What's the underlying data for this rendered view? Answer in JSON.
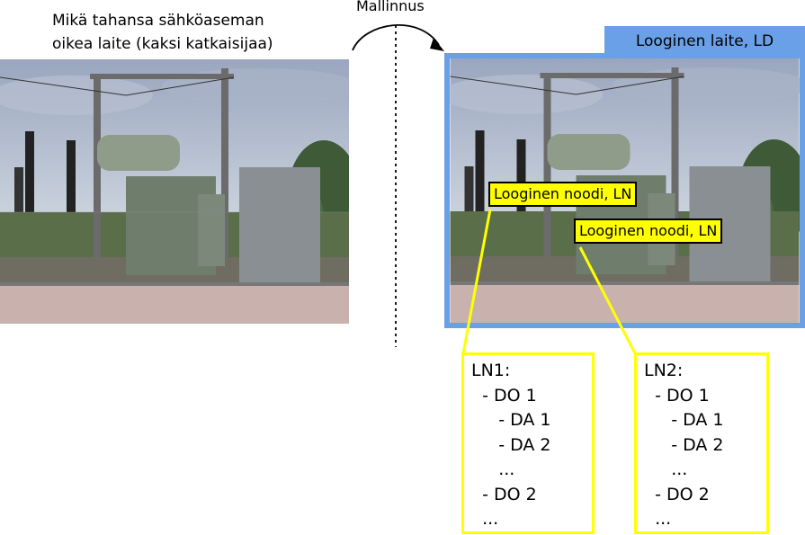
{
  "caption": {
    "line1": "Mikä tahansa sähköaseman",
    "line2": "oikea laite (kaksi katkaisijaa)"
  },
  "arrow_label": "Mallinnus",
  "logical_device": {
    "label": "Looginen laite, LD"
  },
  "logical_nodes": [
    {
      "label": "Looginen noodi, LN"
    },
    {
      "label": "Looginen noodi, LN"
    }
  ],
  "ln_boxes": [
    {
      "lines": [
        "LN1:",
        "  - DO 1",
        "     - DA 1",
        "     - DA 2",
        "     ...",
        "  - DO 2",
        "  ..."
      ]
    },
    {
      "lines": [
        "LN2:",
        "  - DO 1",
        "     - DA 1",
        "     - DA 2",
        "     ...",
        "  - DO 2",
        "  ..."
      ]
    }
  ],
  "colors": {
    "ld_blue": "#6aa0e8",
    "ln_yellow": "#ffff00"
  },
  "images": [
    {
      "name": "substation-photo",
      "description": "substation power transformer behind fence"
    }
  ]
}
